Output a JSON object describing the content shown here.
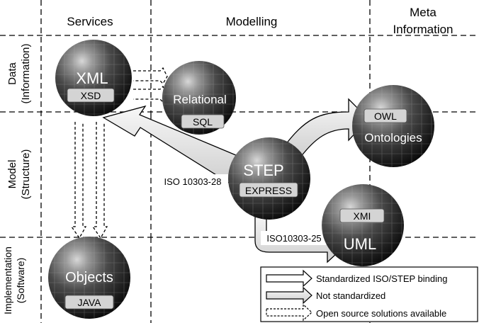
{
  "columns": {
    "services": "Services",
    "modelling": "Modelling",
    "meta_line1": "Meta",
    "meta_line2": "Information"
  },
  "rows": {
    "data_line1": "Data",
    "data_line2": "(Information)",
    "model_line1": "Model",
    "model_line2": "(Structure)",
    "impl_line1": "Implementation",
    "impl_line2": "(Software)"
  },
  "nodes": {
    "xml": {
      "title": "XML",
      "tag": "XSD"
    },
    "relational": {
      "title": "Relational",
      "tag": "SQL"
    },
    "owl": {
      "title": "Ontologies",
      "tag": "OWL"
    },
    "step": {
      "title": "STEP",
      "tag": "EXPRESS"
    },
    "uml": {
      "title": "UML",
      "tag": "XMI"
    },
    "objects": {
      "title": "Objects",
      "tag": "JAVA"
    }
  },
  "bindings": {
    "iso28": "ISO 10303-28",
    "iso25": "ISO10303-25"
  },
  "legend": {
    "standardized": "Standardized ISO/STEP binding",
    "not_standardized": "Not standardized",
    "open_source": "Open source solutions available"
  }
}
